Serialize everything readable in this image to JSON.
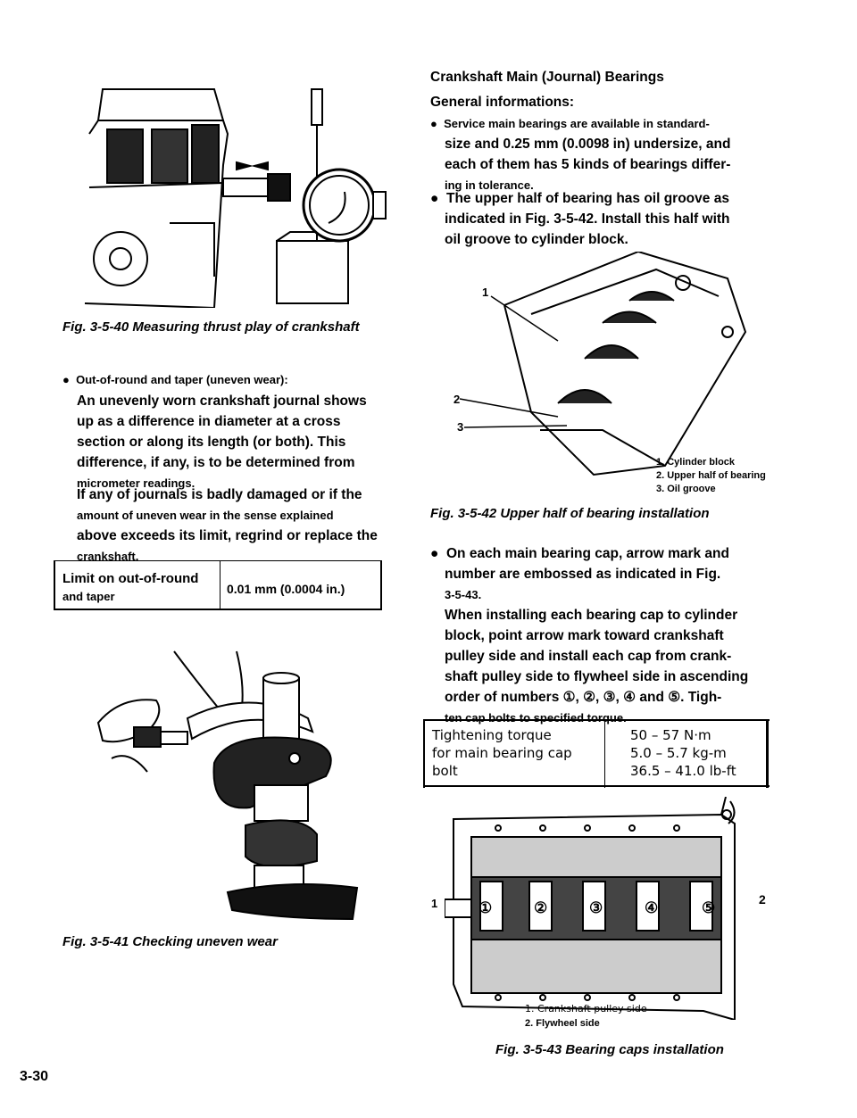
{
  "left": {
    "fig40_caption": "Fig. 3-5-40 Measuring thrust play of crankshaft",
    "bullet_head": "Out-of-round and taper (uneven wear):",
    "para1_lines": [
      "An unevenly worn crankshaft journal shows",
      "up as a difference in diameter at a cross",
      "section or along its length (or both). This",
      "difference, if any, is to be determined from",
      "micrometer readings."
    ],
    "para2_lines": [
      "If any of journals is badly damaged or if the",
      "amount of uneven wear in the sense explained",
      "above exceeds its limit, regrind or replace the",
      "crankshaft."
    ],
    "limit_label_1": "Limit on out-of-round",
    "limit_label_2": "and taper",
    "limit_value": "0.01 mm (0.0004 in.)",
    "fig41_caption": "Fig. 3-5-41 Checking uneven wear",
    "page_number": "3-30"
  },
  "right": {
    "title": "Crankshaft Main (Journal) Bearings",
    "subtitle": "General informations:",
    "b1_lines": [
      "Service main bearings are available in standard-",
      "size and 0.25 mm (0.0098 in) undersize, and",
      "each of them has 5 kinds of bearings differ-",
      "ing in tolerance."
    ],
    "b2_lines": [
      "The upper half of bearing has oil groove as",
      "indicated in Fig. 3-5-42. Install this half with",
      "oil groove to cylinder block."
    ],
    "fig42_callouts": [
      "1",
      "2",
      "3"
    ],
    "fig42_legend": [
      "1. Cylinder block",
      "2. Upper half of bearing",
      "3. Oil groove"
    ],
    "fig42_caption": "Fig. 3-5-42 Upper half of bearing installation",
    "b3_lines": [
      "On each main bearing cap, arrow mark and",
      "number are embossed as indicated in Fig.",
      "3-5-43.",
      "When installing each bearing cap to cylinder",
      "block, point arrow mark toward crankshaft",
      "pulley side and install each cap from crank-",
      "shaft pulley side to flywheel side in ascending",
      "order of numbers ①, ②, ③, ④ and ⑤. Tigh-",
      "ten cap bolts to specified torque."
    ],
    "torque_label": [
      "Tightening torque",
      "for main bearing cap",
      "bolt"
    ],
    "torque_values": [
      "50 – 57 N·m",
      "5.0 – 5.7 kg-m",
      "36.5 – 41.0 lb-ft"
    ],
    "fig43_side_labels": [
      "1",
      "2"
    ],
    "fig43_cap_numbers": [
      "①",
      "②",
      "③",
      "④",
      "⑤"
    ],
    "fig43_legend": [
      "1. Crankshaft pulley side",
      "2. Flywheel side"
    ],
    "fig43_caption": "Fig. 3-5-43 Bearing caps installation"
  }
}
